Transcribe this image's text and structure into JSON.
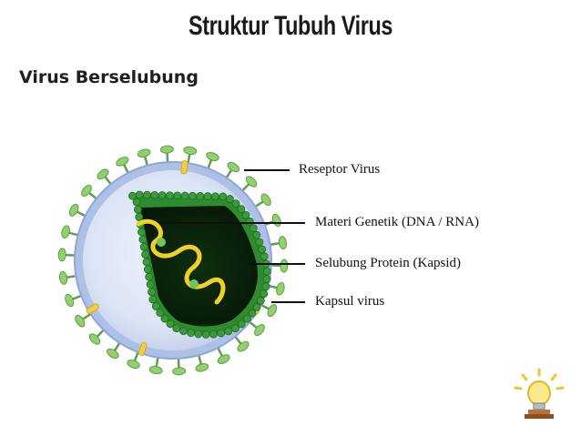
{
  "title": "Struktur Tubuh Virus",
  "subtitle": "Virus Berselubung",
  "labels": {
    "receptor": "Reseptor Virus",
    "genetic": "Materi Genetik (DNA / RNA)",
    "capsid": "Selubung Protein (Kapsid)",
    "capsule": "Kapsul virus"
  },
  "colors": {
    "envelope": "#a9bde6",
    "envelope_inner": "#dfe7f6",
    "capsid": "#2e8a2e",
    "core": "#0b2a0b",
    "genome": "#f2d02a",
    "receptor": "#8fcf6a",
    "receptor_stalk": "#5fa050",
    "protein_patch": "#f4cf3a"
  },
  "icons": {
    "idea": "lightbulb-icon"
  }
}
